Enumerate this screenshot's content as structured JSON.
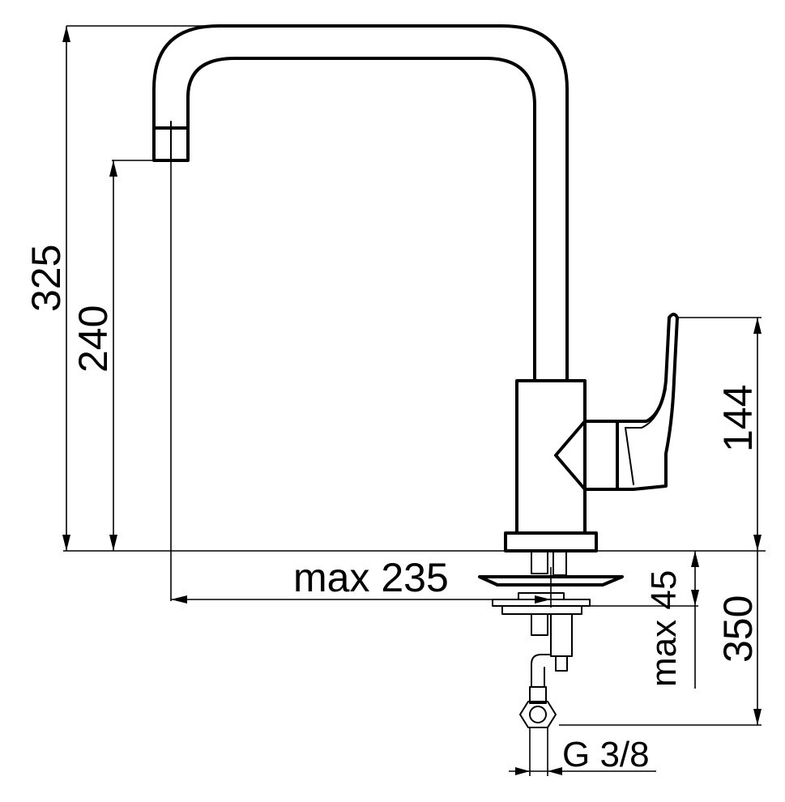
{
  "dimensions": {
    "total_height": "325",
    "spout_height": "240",
    "handle_height": "144",
    "reach": "max 235",
    "deck_thickness": "max 45",
    "hose_length": "350",
    "connection": "G 3/8"
  }
}
